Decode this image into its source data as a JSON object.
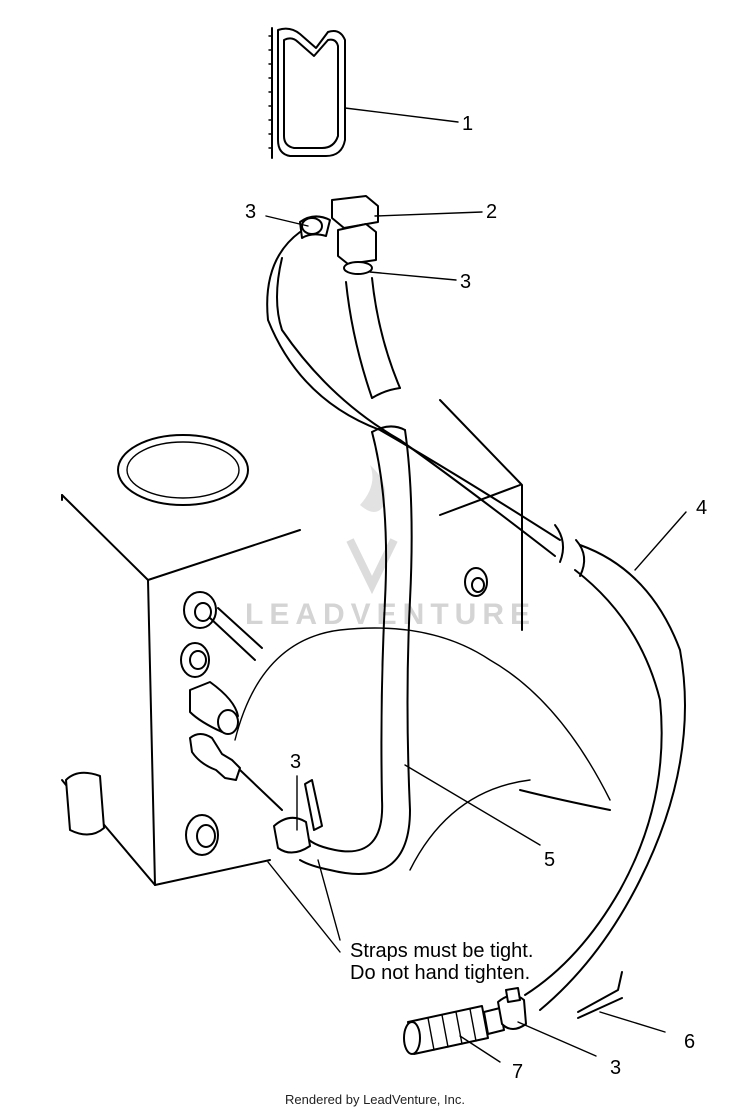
{
  "callouts": {
    "c1": "1",
    "c2": "2",
    "c3a": "3",
    "c3b": "3",
    "c3c": "3",
    "c3d": "3",
    "c4": "4",
    "c5": "5",
    "c6": "6",
    "c7": "7"
  },
  "note": {
    "line1": "Straps must be tight.",
    "line2": "Do not hand tighten."
  },
  "watermark": "LEADVENTURE",
  "footer": "Rendered by LeadVenture, Inc."
}
